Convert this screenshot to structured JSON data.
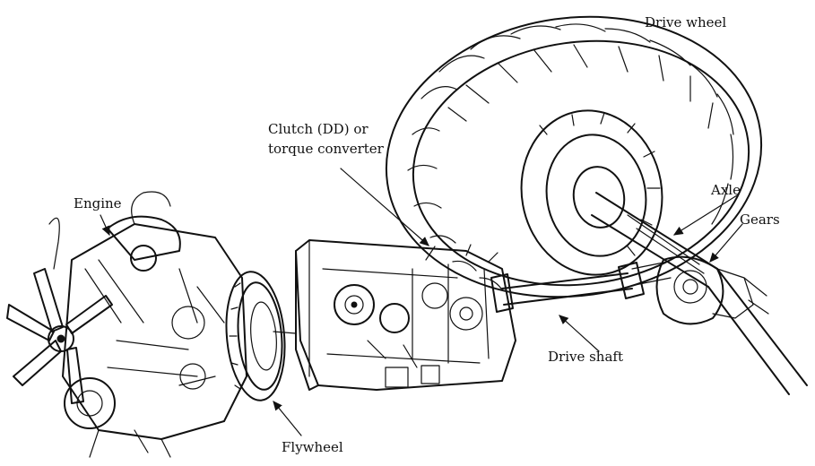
{
  "labels": {
    "drive_wheel": "Drive wheel",
    "clutch_line1": "Clutch (DD) or",
    "clutch_line2": "torque converter",
    "engine": "Engine",
    "axle": "Axle",
    "gears": "Gears",
    "drive_shaft": "Drive shaft",
    "flywheel": "Flywheel"
  }
}
